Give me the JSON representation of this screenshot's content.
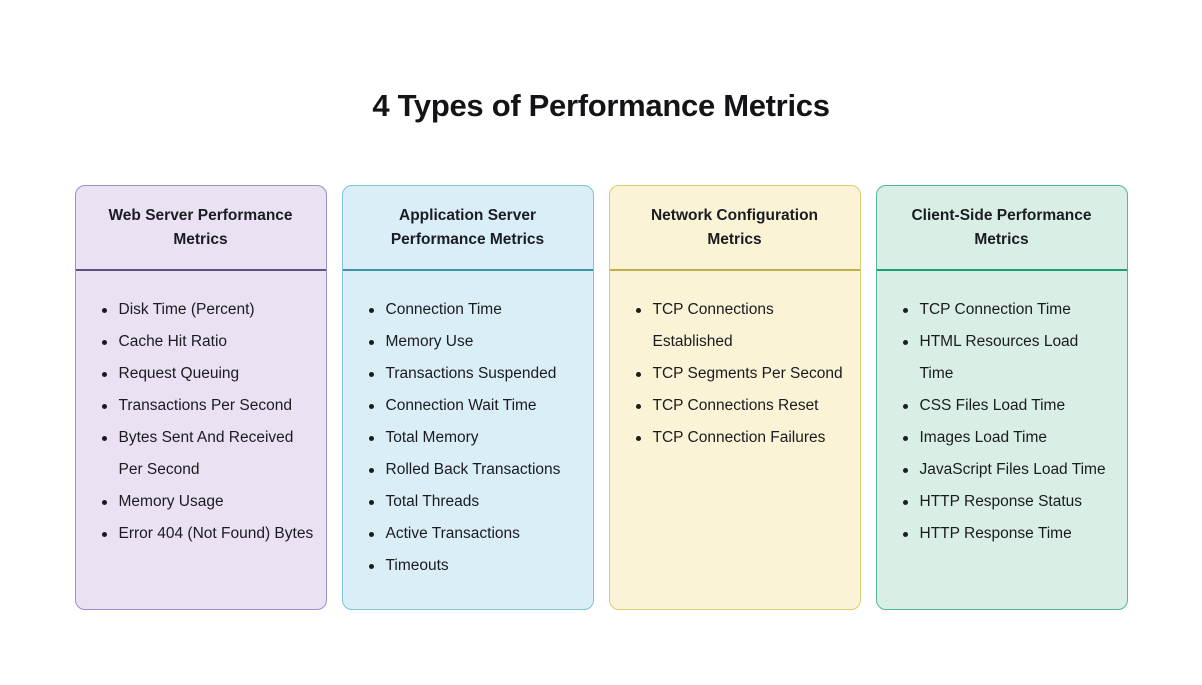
{
  "title": "4 Types of Performance Metrics",
  "cards": [
    {
      "title": "Web Server Performance Metrics",
      "colors": {
        "bg": "#eae2f3",
        "border": "#a48bc9",
        "divider": "#5d5383"
      },
      "items": [
        "Disk Time (Percent)",
        "Cache Hit Ratio",
        "Request Queuing",
        "Transactions Per Second",
        "Bytes Sent And Received Per Second",
        "Memory Usage",
        "Error 404 (Not Found) Bytes"
      ]
    },
    {
      "title": "Application Server Performance Metrics",
      "colors": {
        "bg": "#d9eef7",
        "border": "#7bc4da",
        "divider": "#3f93a8"
      },
      "items": [
        "Connection Time",
        "Memory Use",
        "Transactions Suspended",
        "Connection Wait Time",
        "Total Memory",
        "Rolled Back Transactions",
        "Total Threads",
        "Active Transactions",
        "Timeouts"
      ]
    },
    {
      "title": "Network Configuration Metrics",
      "colors": {
        "bg": "#faf3d6",
        "border": "#ddcb6f",
        "divider": "#bfae4e"
      },
      "items": [
        "TCP Connections Established",
        "TCP Segments Per Second",
        "TCP Connections Reset",
        "TCP Connection Failures"
      ]
    },
    {
      "title": "Client-Side Performance Metrics",
      "colors": {
        "bg": "#d9efe5",
        "border": "#52b890",
        "divider": "#1d9e74"
      },
      "items": [
        "TCP Connection Time",
        "HTML Resources Load Time",
        "CSS Files Load Time",
        "Images Load Time",
        "JavaScript Files Load Time",
        "HTTP Response Status",
        "HTTP Response Time"
      ]
    }
  ]
}
